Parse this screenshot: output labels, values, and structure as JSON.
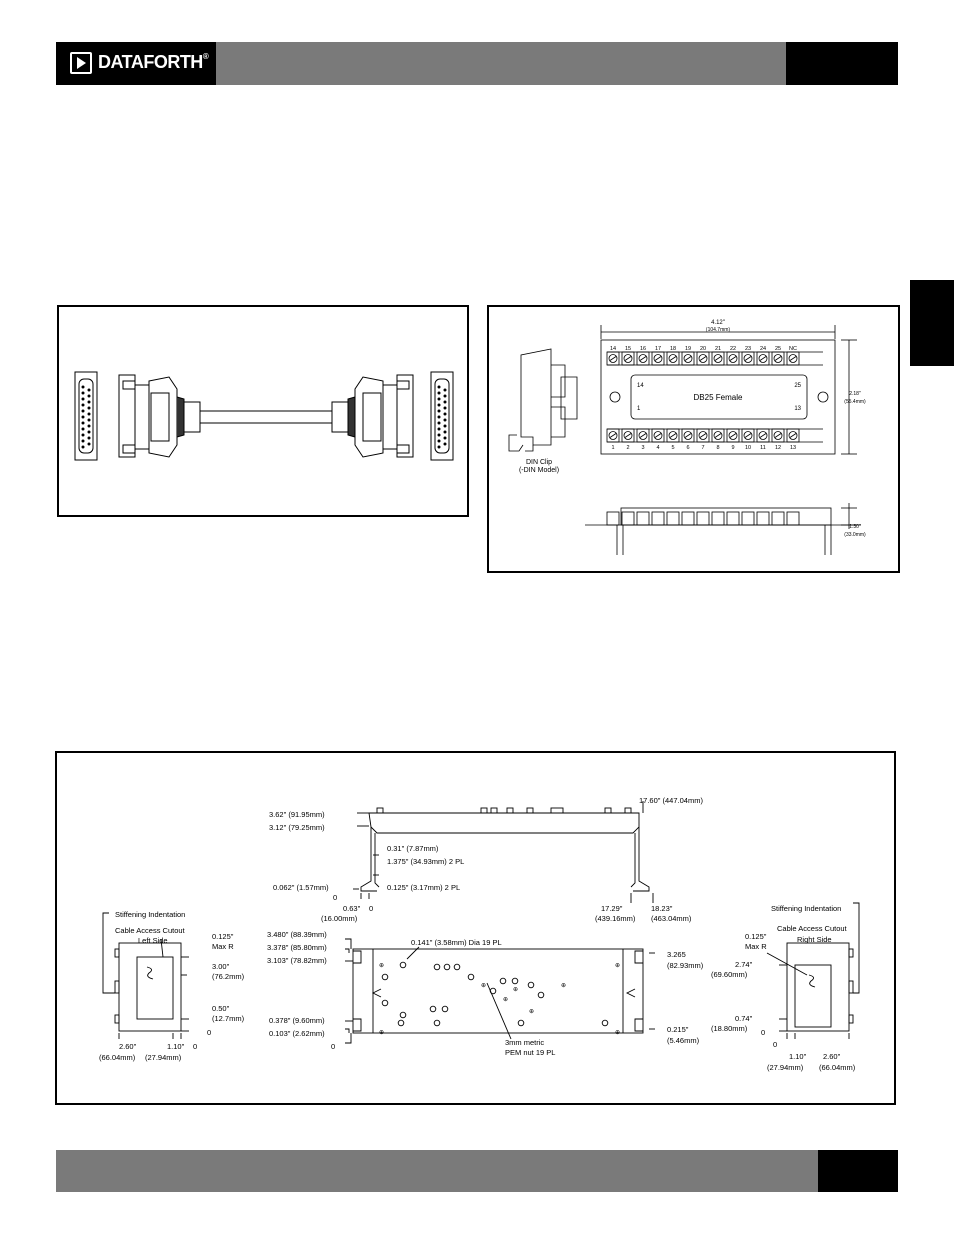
{
  "header": {
    "brand": "DATAFORTH",
    "reg": "®"
  },
  "figure_tb": {
    "width_dim": "4.12\"",
    "width_dim_mm": "(104.7mm)",
    "top_pins": [
      "14",
      "15",
      "16",
      "17",
      "18",
      "19",
      "20",
      "21",
      "22",
      "23",
      "24",
      "25",
      "NC"
    ],
    "bottom_pins": [
      "1",
      "2",
      "3",
      "4",
      "5",
      "6",
      "7",
      "8",
      "9",
      "10",
      "11",
      "12",
      "13"
    ],
    "conn_tl": "14",
    "conn_tr": "25",
    "conn_bl": "1",
    "conn_br": "13",
    "conn_label": "DB25 Female",
    "height_dim": "2.18\"",
    "height_dim_mm": "(55.4mm)",
    "din_clip_1": "DIN Clip",
    "din_clip_2": "(-DIN Model)",
    "side_dim": "1.30\"",
    "side_dim_mm": "(33.0mm)"
  },
  "figure_rack": {
    "top": {
      "d1": "3.62\" (91.95mm)",
      "d2": "3.12\" (79.25mm)",
      "d3": "0.31\" (7.87mm)",
      "d4": "1.375\" (34.93mm) 2 PL",
      "d5": "0.062\" (1.57mm)",
      "d6": "0.125\" (3.17mm) 2 PL",
      "zero_a": "0",
      "d7": "0.63\"",
      "zero_b": "0",
      "d7mm": "(16.00mm)",
      "d8": "17.60\" (447.04mm)",
      "d9": "17.29\"",
      "d9mm": "(439.16mm)",
      "d10": "18.23\"",
      "d10mm": "(463.04mm)"
    },
    "front": {
      "d1": "3.480\" (88.39mm)",
      "d2": "3.378\" (85.80mm)",
      "d3": "3.103\" (78.82mm)",
      "hole": "0.141\" (3.58mm) Dia 19 PL",
      "d4": "0.378\" (9.60mm)",
      "d5": "0.103\" (2.62mm)",
      "zero": "0",
      "pem1": "3mm metric",
      "pem2": "PEM nut 19 PL",
      "r1": "3.265",
      "r1mm": "(82.93mm)",
      "r2": "0.215\"",
      "r2mm": "(5.46mm)"
    },
    "left": {
      "stiff": "Stiffening Indentation",
      "cut1": "Cable Access Cutout",
      "cut2": "Left Side",
      "r1": "0.125\"",
      "r2": "Max R",
      "v1": "3.00\"",
      "v1mm": "(76.2mm)",
      "v2": "0.50\"",
      "v2mm": "(12.7mm)",
      "v3": "0",
      "h1": "2.60\"",
      "h1mm": "(66.04mm)",
      "h2": "1.10\"",
      "h2mm": "(27.94mm)",
      "h3": "0"
    },
    "right": {
      "stiff": "Stiffening Indentation",
      "cut1": "Cable Access Cutout",
      "cut2": "Right Side",
      "r1": "0.125\"",
      "r2": "Max R",
      "v1": "2.74\"",
      "v1mm": "(69.60mm)",
      "v2": "0.74\"",
      "v2mm": "(18.80mm)",
      "v3": "0",
      "h0": "0",
      "h1": "1.10\"",
      "h1mm": "(27.94mm)",
      "h2": "2.60\"",
      "h2mm": "(66.04mm)"
    }
  }
}
